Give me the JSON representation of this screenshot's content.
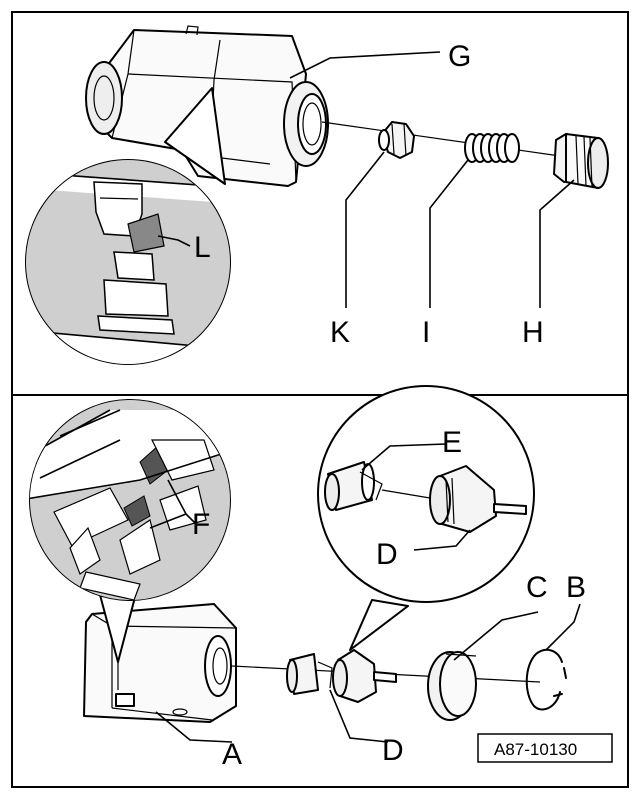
{
  "figure_ref": "A87-10130",
  "labels": {
    "G": "G",
    "L": "L",
    "K": "K",
    "I": "I",
    "H": "H",
    "E": "E",
    "F": "F",
    "D_detail": "D",
    "C": "C",
    "B": "B",
    "A": "A",
    "D_main": "D"
  }
}
